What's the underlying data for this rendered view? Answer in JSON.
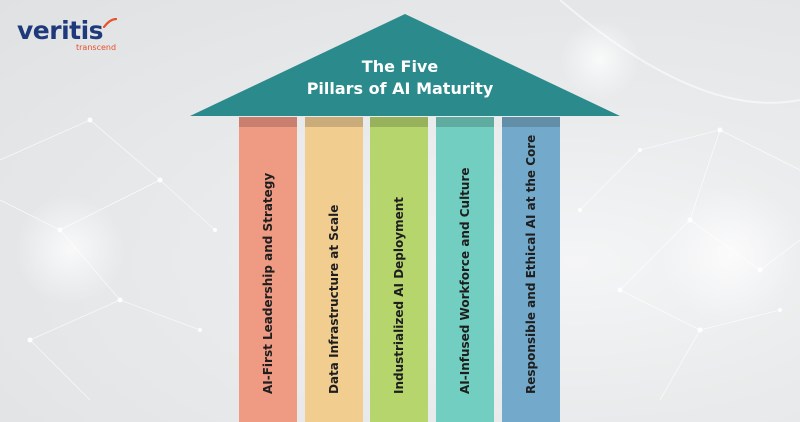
{
  "logo": {
    "name": "veritis",
    "tagline": "transcend"
  },
  "title": {
    "line1": "The Five",
    "line2": "Pillars of AI Maturity"
  },
  "colors": {
    "roof": "#2a8a8c",
    "brand_blue": "#1f3a7a",
    "brand_orange": "#e8502a"
  },
  "pillars": [
    {
      "label": "AI-First Leadership and Strategy",
      "color": "#ef9a83",
      "cap_color": "#c97f6e"
    },
    {
      "label": "Data Infrastructure at Scale",
      "color": "#f1cd8f",
      "cap_color": "#c9ac7a"
    },
    {
      "label": "Industrialized AI Deployment",
      "color": "#b6d56c",
      "cap_color": "#98b25c"
    },
    {
      "label": "AI-Infused Workforce and Culture",
      "color": "#72cec1",
      "cap_color": "#5fab9f"
    },
    {
      "label": "Responsible and Ethical AI at the Core",
      "color": "#73a9cb",
      "cap_color": "#628ea8"
    }
  ]
}
